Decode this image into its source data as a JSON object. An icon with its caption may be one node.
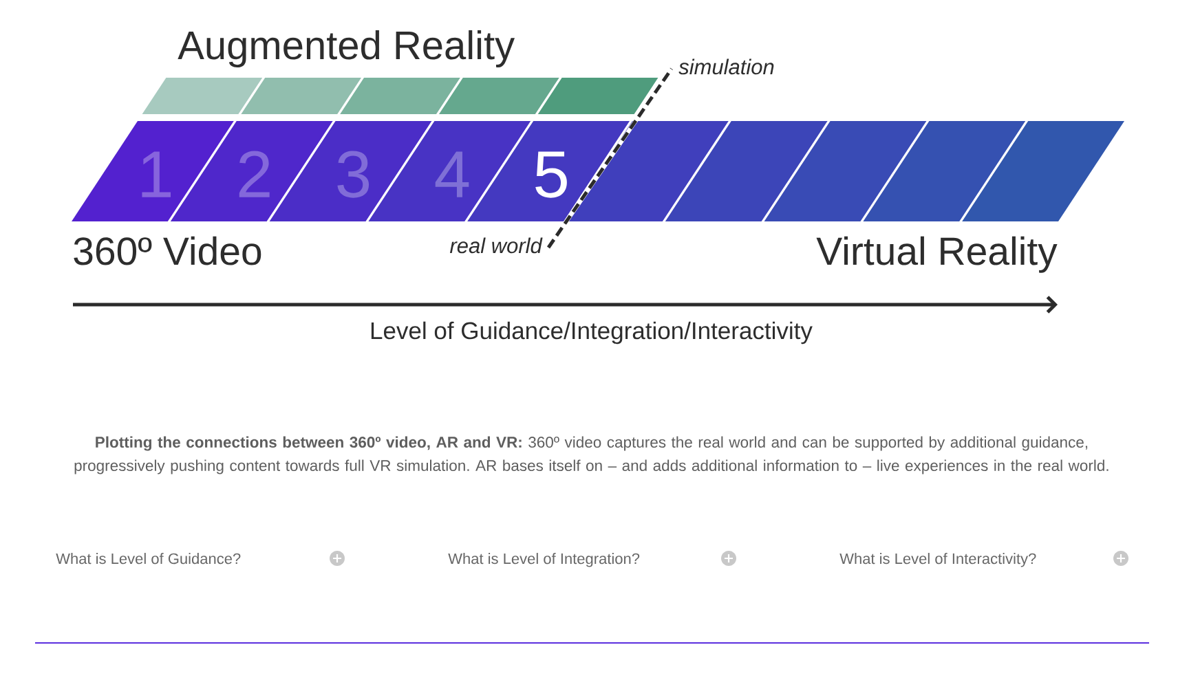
{
  "diagram": {
    "caption": "**Plotting the connections between 360º video, AR and VR:** 360º video captures the real world and can be supported by additional guidance, progressively pushing content towards full VR simulation. AR bases itself on – and adds additional information to – live experiences in the real world.",
    "nodes": [
      {
        "text": [],
        "shape": "parallelogram"
      },
      {
        "text": [],
        "shape": "parallelogram"
      },
      {
        "text": [],
        "shape": "parallelogram"
      },
      {
        "text": [],
        "shape": "parallelogram"
      },
      {
        "text": [],
        "shape": "parallelogram"
      },
      {
        "text": [
          "1"
        ]
      },
      {
        "text": [
          "2"
        ]
      },
      {
        "text": [
          "3"
        ]
      },
      {
        "text": [
          "4"
        ]
      },
      {
        "text": [
          "5"
        ]
      },
      {
        "text": [],
        "shape": "parallelogram"
      },
      {
        "text": [],
        "shape": "parallelogram"
      },
      {
        "text": [],
        "shape": "parallelogram"
      },
      {
        "text": [],
        "shape": "parallelogram"
      },
      {
        "text": [],
        "shape": "parallelogram"
      }
    ],
    "labels": [
      "Augmented Reality",
      "simulation",
      "360º Video",
      "real world",
      "Virtual Reality",
      "Level of Guidance/Integration/Interactivity",
      "What is Level of Guidance?",
      "What is Level of Integration?",
      "What is Level of Interactivity?"
    ]
  }
}
